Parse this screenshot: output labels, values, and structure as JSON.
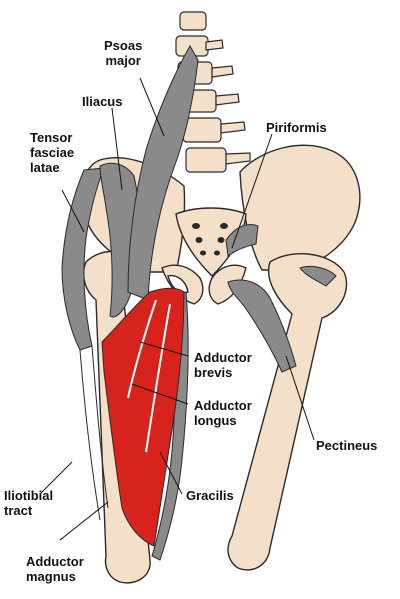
{
  "colors": {
    "bone": "#f4dfc8",
    "bone_outline": "#2a2a2a",
    "muscle_gray": "#8a8a8a",
    "muscle_gray_dark": "#6e6e6e",
    "adductor_red": "#d8231c",
    "leader_line": "#111111",
    "background": "#ffffff",
    "text": "#111111"
  },
  "labels": {
    "psoas_major": "Psoas\nmajor",
    "iliacus": "Iliacus",
    "tensor_fasciae_latae": "Tensor\nfasciae\nlatae",
    "piriformis": "Piriformis",
    "adductor_brevis": "Adductor\nbrevis",
    "adductor_longus": "Adductor\nlongus",
    "pectineus": "Pectineus",
    "gracilis": "Gracilis",
    "iliotibial_tract": "Iliotibial\ntract",
    "adductor_magnus": "Adductor\nmagnus"
  },
  "icons": {
    "pelvis": "pelvis-bone-icon",
    "spine": "lumbar-spine-icon",
    "femur": "femur-bone-icon"
  }
}
